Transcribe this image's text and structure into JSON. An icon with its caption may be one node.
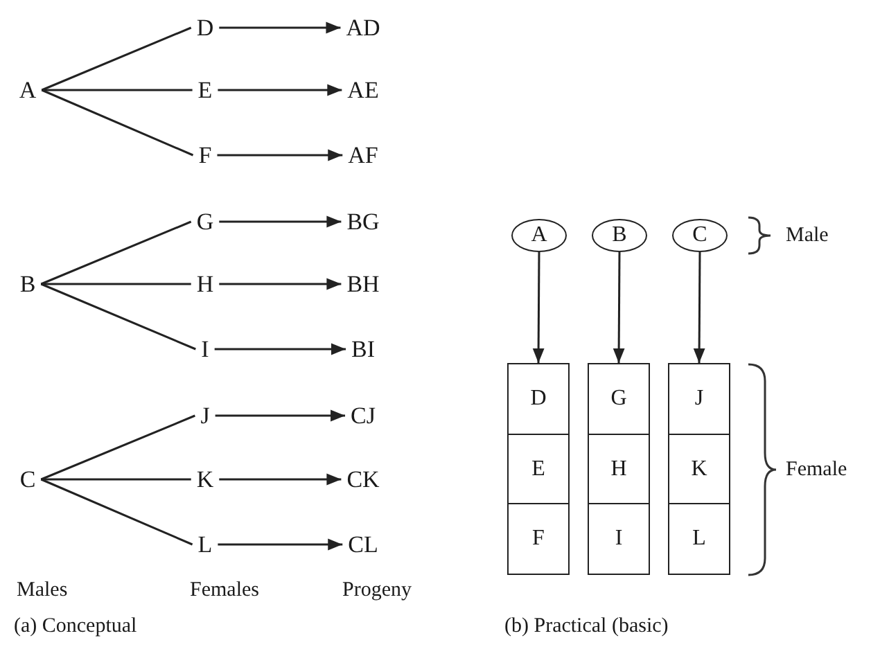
{
  "diagram": {
    "nodes": [
      {
        "text": [
          "A"
        ]
      },
      {
        "text": [
          "D"
        ]
      },
      {
        "text": [
          "AD"
        ]
      },
      {
        "text": [
          "E"
        ]
      },
      {
        "text": [
          "AE"
        ]
      },
      {
        "text": [
          "F"
        ]
      },
      {
        "text": [
          "AF"
        ]
      },
      {
        "text": [
          "B"
        ]
      },
      {
        "text": [
          "G"
        ]
      },
      {
        "text": [
          "BG"
        ]
      },
      {
        "text": [
          "H"
        ]
      },
      {
        "text": [
          "BH"
        ]
      },
      {
        "text": [
          "I"
        ]
      },
      {
        "text": [
          "BI"
        ]
      },
      {
        "text": [
          "C"
        ]
      },
      {
        "text": [
          "J"
        ]
      },
      {
        "text": [
          "CJ"
        ]
      },
      {
        "text": [
          "K"
        ]
      },
      {
        "text": [
          "CK"
        ]
      },
      {
        "text": [
          "L"
        ]
      },
      {
        "text": [
          "CL"
        ]
      },
      {
        "text": [
          "A"
        ]
      },
      {
        "text": [
          "B"
        ]
      },
      {
        "text": [
          "C"
        ]
      },
      {
        "text": [],
        "shape": "box"
      },
      {
        "text": [
          "D"
        ],
        "in": 24
      },
      {
        "text": [
          "E"
        ],
        "in": 24
      },
      {
        "text": [
          "F"
        ],
        "in": 24
      },
      {
        "text": [],
        "shape": "box"
      },
      {
        "text": [
          "G"
        ],
        "in": 28
      },
      {
        "text": [
          "H"
        ],
        "in": 28
      },
      {
        "text": [
          "I"
        ],
        "in": 28
      },
      {
        "text": [],
        "shape": "box"
      },
      {
        "text": [
          "J"
        ],
        "in": 32
      },
      {
        "text": [
          "K"
        ],
        "in": 32
      },
      {
        "text": [
          "L"
        ],
        "in": 32
      }
    ],
    "edges": [
      {
        "from": 0,
        "to": 1,
        "arrow": "none"
      },
      {
        "from": 0,
        "to": 3,
        "arrow": "none"
      },
      {
        "from": 0,
        "to": 5,
        "arrow": "none"
      },
      {
        "from": 1,
        "to": 2,
        "arrow": "to"
      },
      {
        "from": 3,
        "to": 4,
        "arrow": "to"
      },
      {
        "from": 5,
        "to": 6,
        "arrow": "to"
      },
      {
        "from": 7,
        "to": 8,
        "arrow": "none"
      },
      {
        "from": 7,
        "to": 10,
        "arrow": "none"
      },
      {
        "from": 7,
        "to": 12,
        "arrow": "none"
      },
      {
        "from": 8,
        "to": 9,
        "arrow": "to"
      },
      {
        "from": 10,
        "to": 11,
        "arrow": "to"
      },
      {
        "from": 12,
        "to": 13,
        "arrow": "to"
      },
      {
        "from": 14,
        "to": 15,
        "arrow": "none"
      },
      {
        "from": 14,
        "to": 17,
        "arrow": "none"
      },
      {
        "from": 14,
        "to": 19,
        "arrow": "none"
      },
      {
        "from": 15,
        "to": 16,
        "arrow": "to"
      },
      {
        "from": 17,
        "to": 18,
        "arrow": "to"
      },
      {
        "from": 19,
        "to": 20,
        "arrow": "to"
      },
      {
        "from": 21,
        "to": 24,
        "arrow": "to"
      },
      {
        "from": 22,
        "to": 28,
        "arrow": "to"
      },
      {
        "from": 23,
        "to": 32,
        "arrow": "to"
      }
    ],
    "labels": [
      "Male",
      "Female",
      "Males",
      "Females",
      "Progeny",
      "(a) Conceptual",
      "(b) Practical (basic)"
    ]
  }
}
